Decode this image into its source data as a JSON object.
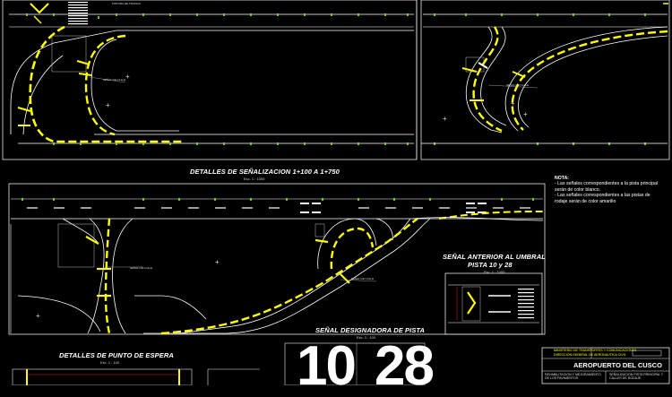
{
  "sections": {
    "top_title": "DETALLES DE SEÑALIZACION 1+100 A 1+750",
    "top_scale": "Esc. 1 : 1000",
    "umbral_title_1": "SEÑAL ANTERIOR AL UMBRAL",
    "umbral_title_2": "PISTA 10 y 28",
    "umbral_scale": "Esc. 1 : 1000",
    "designadora_title": "SEÑAL DESIGNADORA DE PISTA",
    "designadora_scale": "Esc. 1 : 100",
    "espera_title": "DETALLES DE PUNTO DE ESPERA",
    "espera_scale": "Esc. 1 : 100"
  },
  "runway_numbers": {
    "left": "10",
    "right": "28"
  },
  "note": {
    "heading": "NOTA:",
    "line1": "- Las señales correspondientes a la pista principal serán de color blanco.",
    "line2": "- Las señales correspondientes a las pistas de rodaje serán de color amarillo"
  },
  "title_block": {
    "ministry": "MINISTERIO DE TRANSPORTES Y COMUNICACIONES",
    "dept": "DIRECCION GENERAL DE AERONAUTICA CIVIL",
    "project": "AEROPUERTO DEL CUSCO",
    "desc_left": "REHABILITACION Y MEJORAMIENTO DE LOS PAVIMENTOS",
    "desc_right": "SEÑALIZACION PISTA PRINCIPAL Y CALLES DE RODAJE"
  },
  "colors": {
    "background": "#000000",
    "taxiway": "#ffff00",
    "runway": "#ffffff",
    "edge_lights": "#00ff00",
    "dimension": "#ff3030"
  }
}
